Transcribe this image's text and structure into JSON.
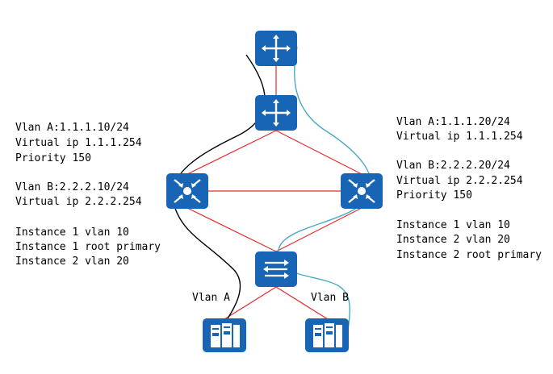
{
  "left_block": {
    "line1": "Vlan A:1.1.1.10/24",
    "line2": "Virtual ip 1.1.1.254",
    "line3": "Priority 150",
    "line4": "Vlan B:2.2.2.10/24",
    "line5": "Virtual ip 2.2.2.254",
    "line6": "Instance 1 vlan 10",
    "line7": "Instance 1 root primary",
    "line8": "Instance 2 vlan 20"
  },
  "right_block": {
    "line1": "Vlan A:1.1.1.20/24",
    "line2": "Virtual ip 1.1.1.254",
    "line3": "Vlan B:2.2.2.20/24",
    "line4": "Virtual ip 2.2.2.254",
    "line5": "Priority 150",
    "line6": "Instance 1 vlan 10",
    "line7": "Instance 2 vlan 20",
    "line8": "Instance 2 root primary"
  },
  "labels": {
    "vlan_a": "Vlan A",
    "vlan_b": "Vlan B"
  },
  "colors": {
    "device": "#1765b4",
    "link": "#e8292c",
    "path_a": "#000000",
    "path_b": "#4aa8c8"
  },
  "icons": [
    "router-icon",
    "layer3-switch-icon",
    "layer2-switch-icon",
    "server-icon"
  ]
}
